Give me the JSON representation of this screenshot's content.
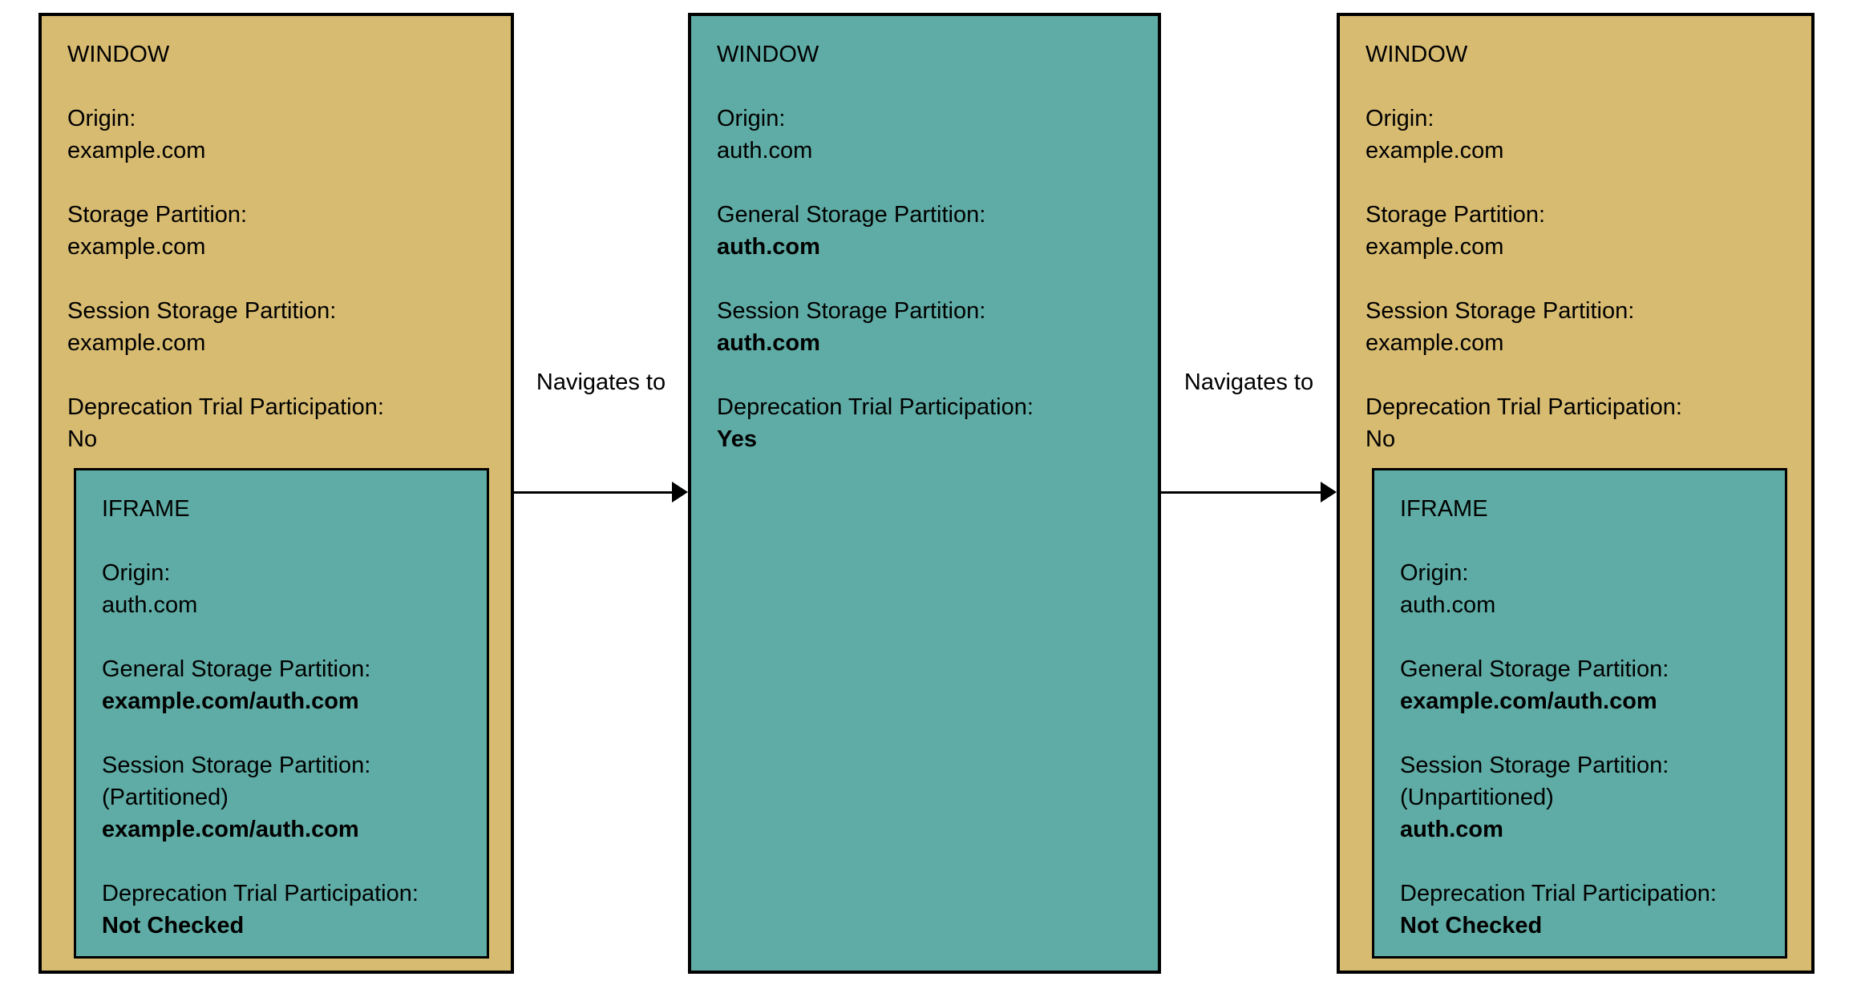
{
  "diagram": {
    "colors": {
      "window_fill": "#D7BB71",
      "iframe_fill": "#5EACA5",
      "border": "#000000"
    },
    "arrows": [
      {
        "label": "Navigates to"
      },
      {
        "label": "Navigates to"
      }
    ],
    "boxes": [
      {
        "title": "WINDOW",
        "fields": [
          {
            "label": "Origin:",
            "value": "example.com"
          },
          {
            "label": "Storage Partition:",
            "value": "example.com"
          },
          {
            "label": "Session Storage Partition:",
            "value": "example.com"
          },
          {
            "label": "Deprecation Trial Participation:",
            "value": "No"
          }
        ],
        "iframe": {
          "title": "IFRAME",
          "fields": [
            {
              "label": "Origin:",
              "value": "auth.com"
            },
            {
              "label": "General Storage Partition:",
              "value": "example.com/auth.com"
            },
            {
              "label": "Session Storage Partition:",
              "note": "(Partitioned)",
              "value": "example.com/auth.com"
            },
            {
              "label": "Deprecation Trial Participation:",
              "value": "Not Checked"
            }
          ]
        }
      },
      {
        "title": "WINDOW",
        "fields": [
          {
            "label": "Origin:",
            "value": "auth.com"
          },
          {
            "label": "General Storage Partition:",
            "value": "auth.com"
          },
          {
            "label": "Session Storage Partition:",
            "value": "auth.com"
          },
          {
            "label": "Deprecation Trial Participation:",
            "value": "Yes"
          }
        ]
      },
      {
        "title": "WINDOW",
        "fields": [
          {
            "label": "Origin:",
            "value": "example.com"
          },
          {
            "label": "Storage Partition:",
            "value": "example.com"
          },
          {
            "label": "Session Storage Partition:",
            "value": "example.com"
          },
          {
            "label": "Deprecation Trial Participation:",
            "value": "No"
          }
        ],
        "iframe": {
          "title": "IFRAME",
          "fields": [
            {
              "label": "Origin:",
              "value": "auth.com"
            },
            {
              "label": "General Storage Partition:",
              "value": "example.com/auth.com"
            },
            {
              "label": "Session Storage Partition:",
              "note": "(Unpartitioned)",
              "value": "auth.com"
            },
            {
              "label": "Deprecation Trial Participation:",
              "value": "Not Checked"
            }
          ]
        }
      }
    ]
  }
}
